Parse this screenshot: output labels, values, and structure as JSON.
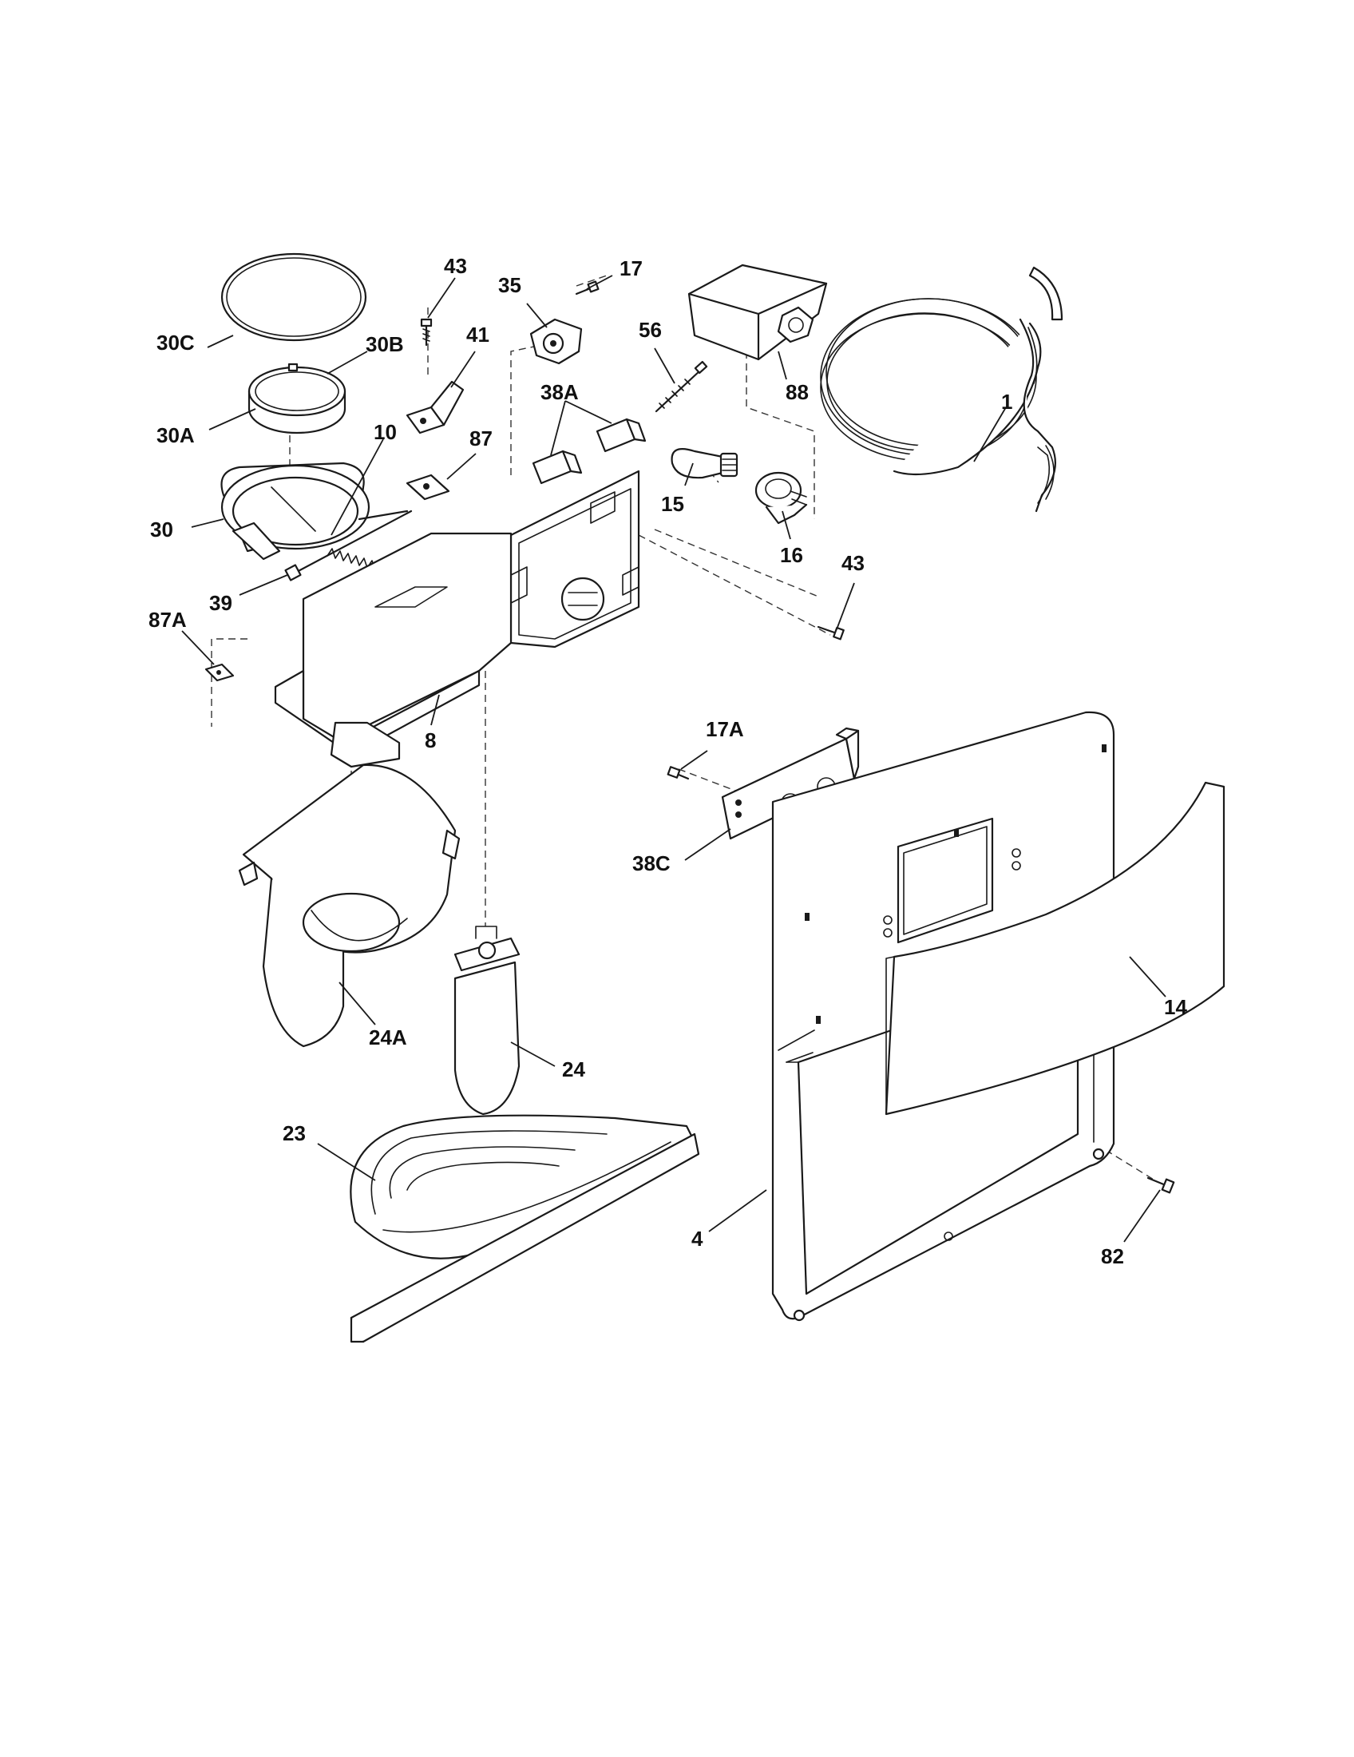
{
  "callouts": {
    "c1": "1",
    "c4": "4",
    "c8": "8",
    "c10": "10",
    "c14": "14",
    "c15": "15",
    "c16": "16",
    "c17": "17",
    "c17A": "17A",
    "c23": "23",
    "c24": "24",
    "c24A": "24A",
    "c30": "30",
    "c30A": "30A",
    "c30B": "30B",
    "c30C": "30C",
    "c35": "35",
    "c38A": "38A",
    "c38C": "38C",
    "c39": "39",
    "c41": "41",
    "c43a": "43",
    "c43b": "43",
    "c56": "56",
    "c82": "82",
    "c87": "87",
    "c87A": "87A",
    "c88": "88"
  }
}
